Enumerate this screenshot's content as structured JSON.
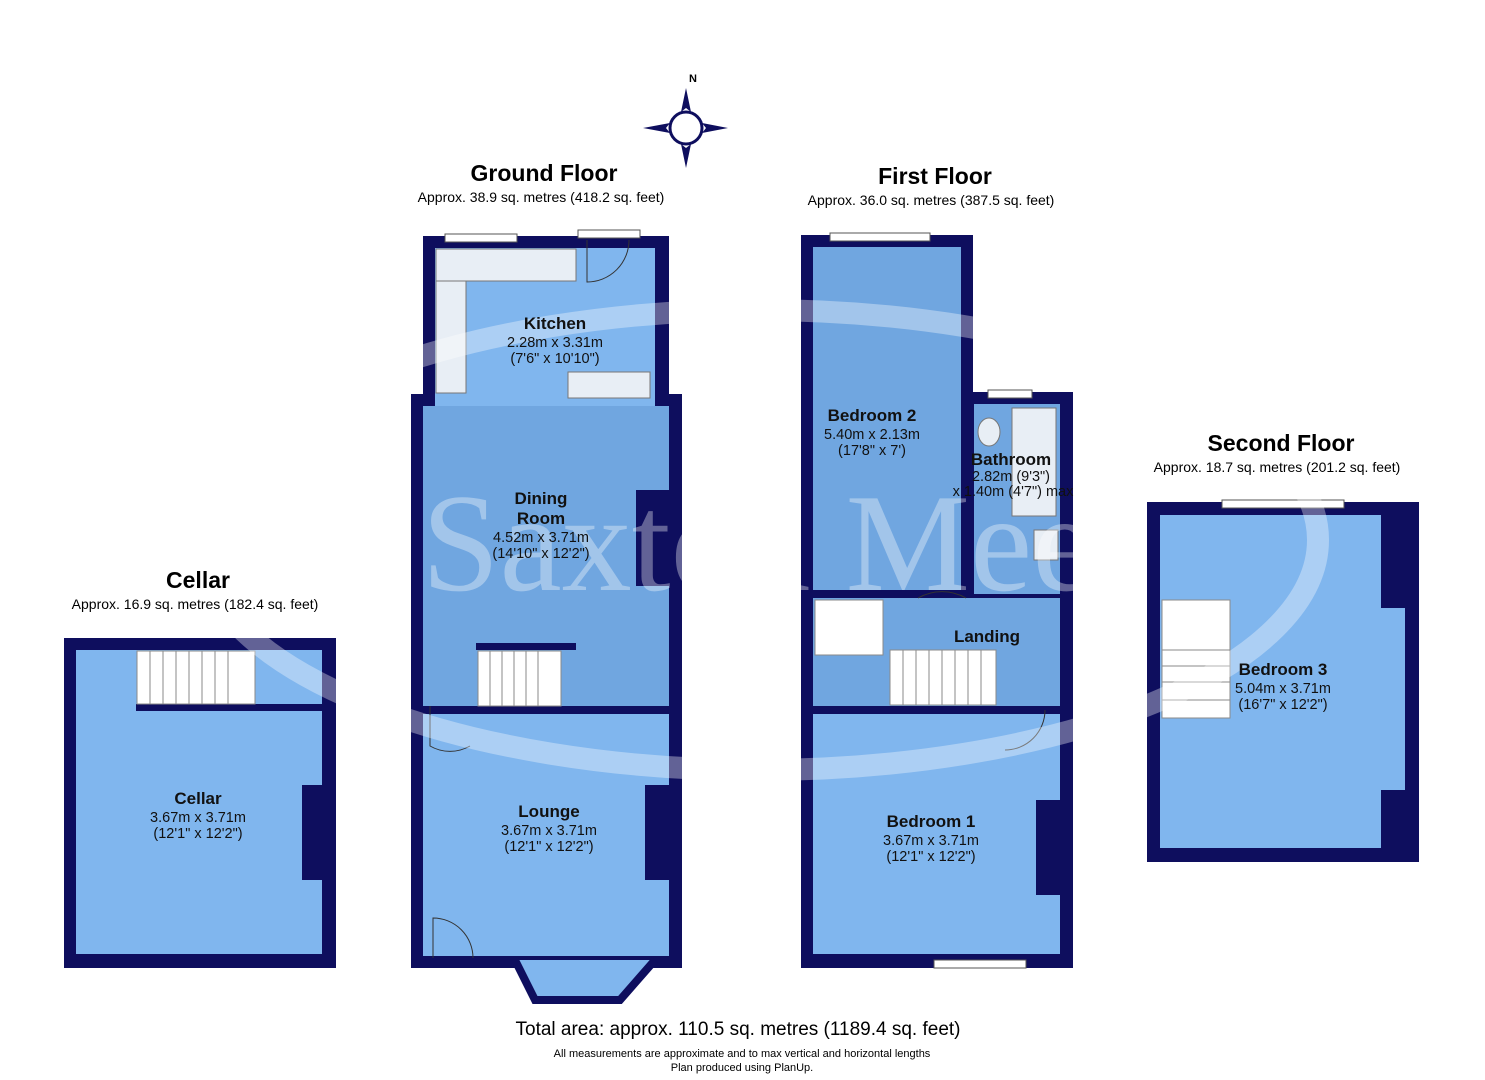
{
  "watermark": "Saxton Mee",
  "compass": {
    "label": "N"
  },
  "floors": {
    "cellar": {
      "title": "Cellar",
      "area": "Approx. 16.9 sq. metres (182.4 sq. feet)"
    },
    "ground": {
      "title": "Ground Floor",
      "area": "Approx. 38.9 sq. metres (418.2 sq. feet)"
    },
    "first": {
      "title": "First Floor",
      "area": "Approx. 36.0 sq. metres (387.5 sq. feet)"
    },
    "second": {
      "title": "Second Floor",
      "area": "Approx. 18.7 sq. metres (201.2 sq. feet)"
    }
  },
  "rooms": {
    "cellar": {
      "name": "Cellar",
      "metric": "3.67m x 3.71m",
      "imperial": "(12'1\" x 12'2\")"
    },
    "kitchen": {
      "name": "Kitchen",
      "metric": "2.28m x 3.31m",
      "imperial": "(7'6\" x 10'10\")"
    },
    "dining": {
      "name1": "Dining",
      "name2": "Room",
      "metric": "4.52m x 3.71m",
      "imperial": "(14'10\" x 12'2\")"
    },
    "lounge": {
      "name": "Lounge",
      "metric": "3.67m x 3.71m",
      "imperial": "(12'1\" x 12'2\")"
    },
    "bedroom2": {
      "name": "Bedroom 2",
      "metric": "5.40m x 2.13m",
      "imperial": "(17'8\" x 7')"
    },
    "bathroom": {
      "name": "Bathroom",
      "line1": "2.82m (9'3\")",
      "line2": "x 1.40m (4'7\") max"
    },
    "landing": {
      "name": "Landing"
    },
    "bedroom1": {
      "name": "Bedroom 1",
      "metric": "3.67m x 3.71m",
      "imperial": "(12'1\" x 12'2\")"
    },
    "bedroom3": {
      "name": "Bedroom 3",
      "metric": "5.04m x 3.71m",
      "imperial": "(16'7\" x 12'2\")"
    }
  },
  "footer": {
    "total": "Total area: approx. 110.5 sq. metres (1189.4 sq. feet)",
    "note1": "All measurements are approximate and to max vertical and horizontal lengths",
    "note2": "Plan produced using PlanUp."
  },
  "colors": {
    "wall": "#0e0e5e",
    "room": "#80b6ee"
  }
}
